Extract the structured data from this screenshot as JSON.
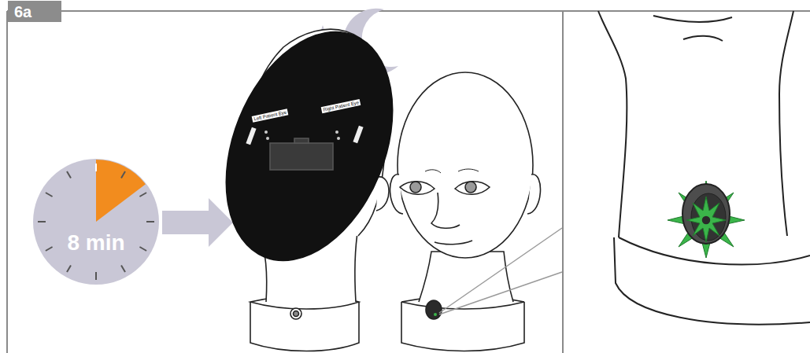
{
  "diagram": {
    "nodes": [
      {
        "text": [
          "6a"
        ]
      },
      {
        "text": [
          "8 min"
        ]
      }
    ],
    "labels": [
      "Left Patient Eye",
      "Right Patient Eye"
    ]
  }
}
